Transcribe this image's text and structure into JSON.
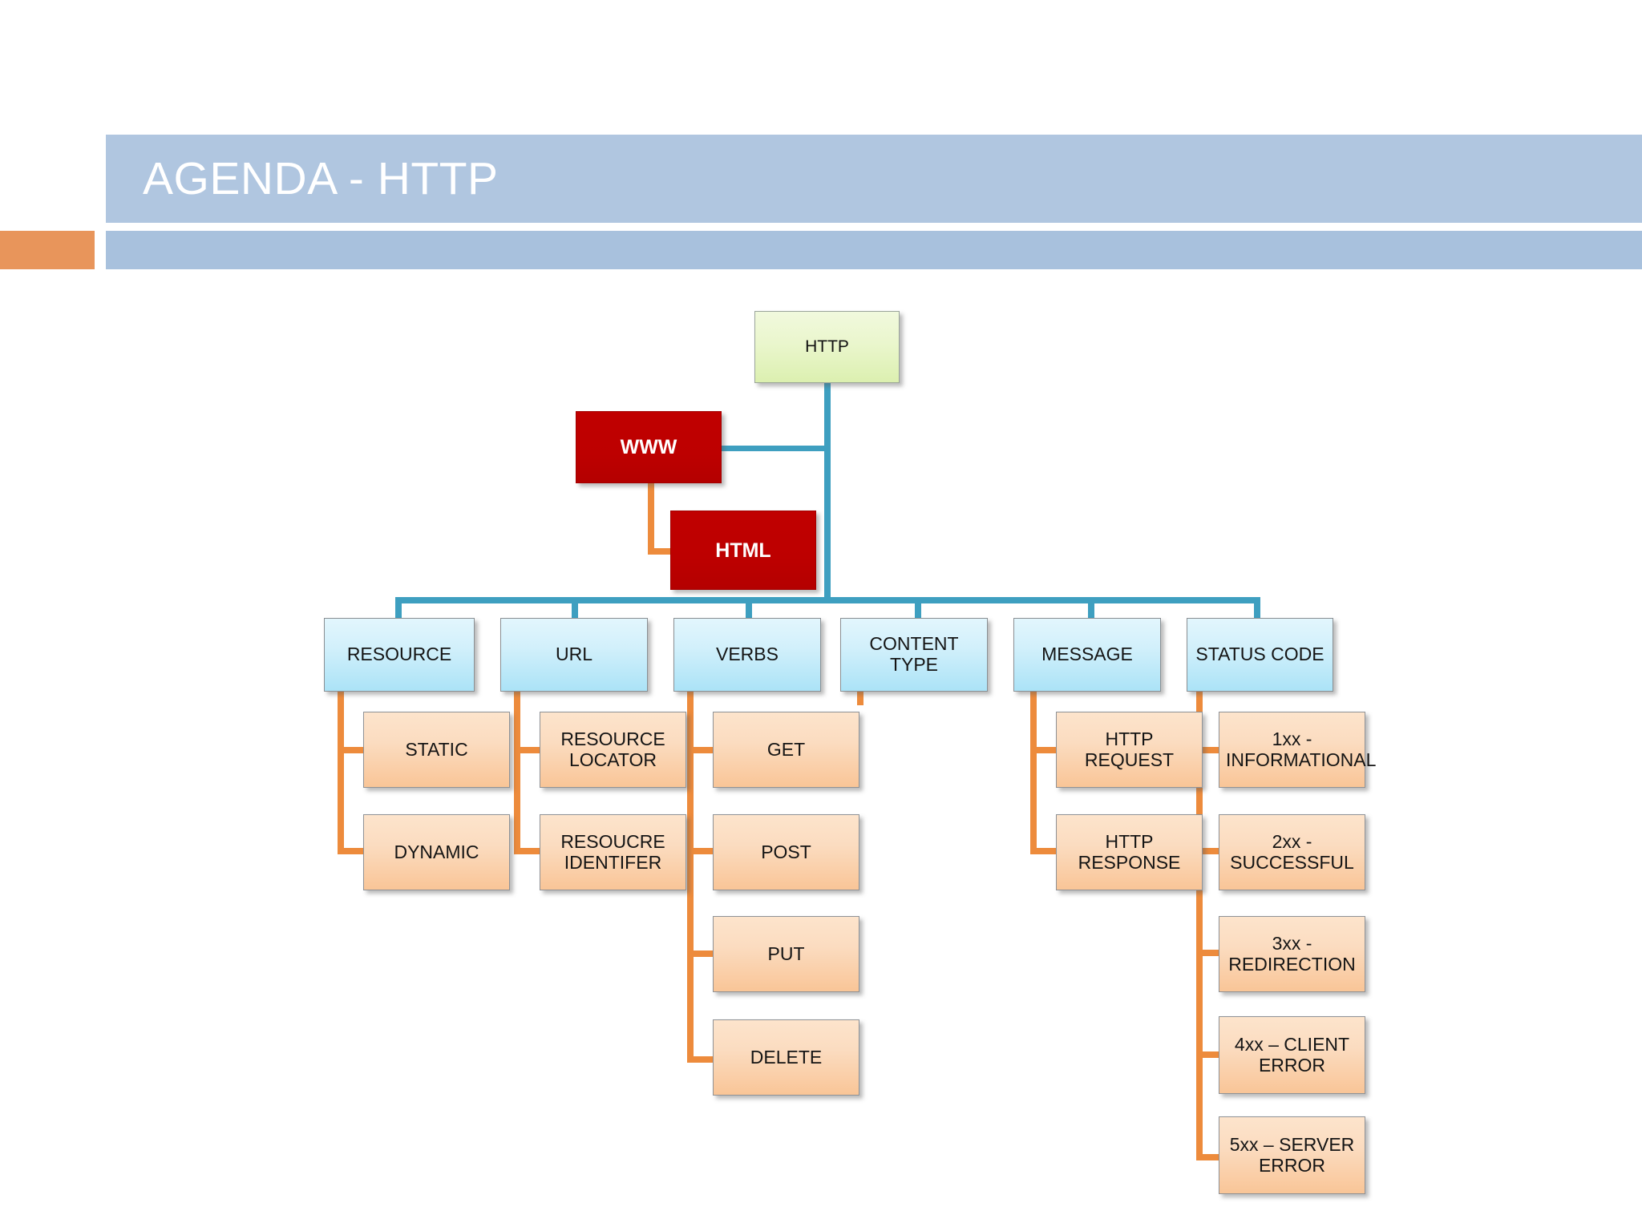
{
  "slide": {
    "title": "AGENDA - HTTP",
    "accent_orange": "#e8955b",
    "header_blue_top": "#b0c6e0",
    "header_blue_bottom": "#a8c1dd"
  },
  "diagram": {
    "connector_colors": {
      "blue": "#3e9fc0",
      "orange": "#ed8b3c"
    },
    "root": {
      "label": "HTTP",
      "color": "#e5f3c3"
    },
    "red_nodes": [
      {
        "label": "WWW",
        "color": "#c00000"
      },
      {
        "label": "HTML",
        "color": "#c00000"
      }
    ],
    "branches": [
      {
        "label": "RESOURCE",
        "children": [
          {
            "label": "STATIC"
          },
          {
            "label": "DYNAMIC"
          }
        ]
      },
      {
        "label": "URL",
        "children": [
          {
            "label": "RESOURCE LOCATOR"
          },
          {
            "label": "RESOUCRE IDENTIFER"
          }
        ]
      },
      {
        "label": "VERBS",
        "children": [
          {
            "label": "GET"
          },
          {
            "label": "POST"
          },
          {
            "label": "PUT"
          },
          {
            "label": "DELETE"
          }
        ]
      },
      {
        "label": "CONTENT TYPE",
        "children": []
      },
      {
        "label": "MESSAGE",
        "children": [
          {
            "label": "HTTP REQUEST"
          },
          {
            "label": "HTTP RESPONSE"
          }
        ]
      },
      {
        "label": "STATUS CODE",
        "children": [
          {
            "label": "1xx - INFORMATIONAL"
          },
          {
            "label": "2xx - SUCCESSFUL"
          },
          {
            "label": "3xx - REDIRECTION"
          },
          {
            "label": "4xx – CLIENT ERROR"
          },
          {
            "label": "5xx – SERVER ERROR"
          }
        ]
      }
    ]
  }
}
